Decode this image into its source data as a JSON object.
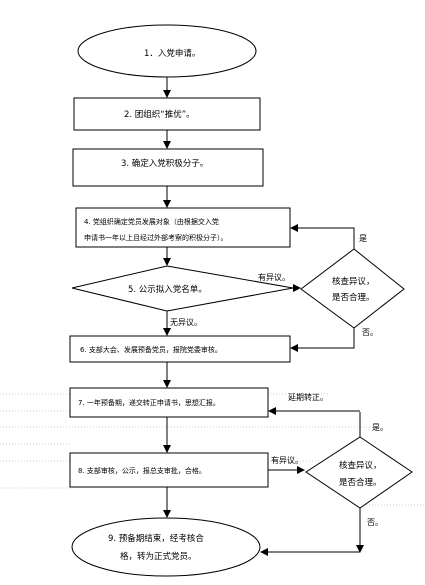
{
  "nodes": {
    "n1": "1．入党申请。",
    "n2": "2. 团组织“推优”。",
    "n3": "3. 确定入党积极分子。",
    "n4_line1": "4. 党组织确定党员发展对象（由根据交入党",
    "n4_line2": "申请书一年以上且经过外部考察的积极分子）。",
    "n5": "5. 公示拟入党名单。",
    "n6": "6. 支部大会、发展预备党员，报院党委审核。",
    "n7": "7. 一年预备期，递交转正申请书，思想汇报。",
    "n8": "8. 支部审核，公示，报总支审批，合格。",
    "n9_line1": "9. 预备期结束，经考核合",
    "n9_line2": "格，转为正式党员。",
    "check1_line1": "核查异议，",
    "check1_line2": "是否合理。",
    "check2_line1": "核查异议，",
    "check2_line2": "是否合理。"
  },
  "edge_labels": {
    "yes1": "是",
    "objection1": "有异议。",
    "no_objection": "无异议。",
    "no1": "否。",
    "postpone": "延期转正。",
    "yes2": "是。",
    "objection2": "有异议。",
    "no2": "否。"
  }
}
